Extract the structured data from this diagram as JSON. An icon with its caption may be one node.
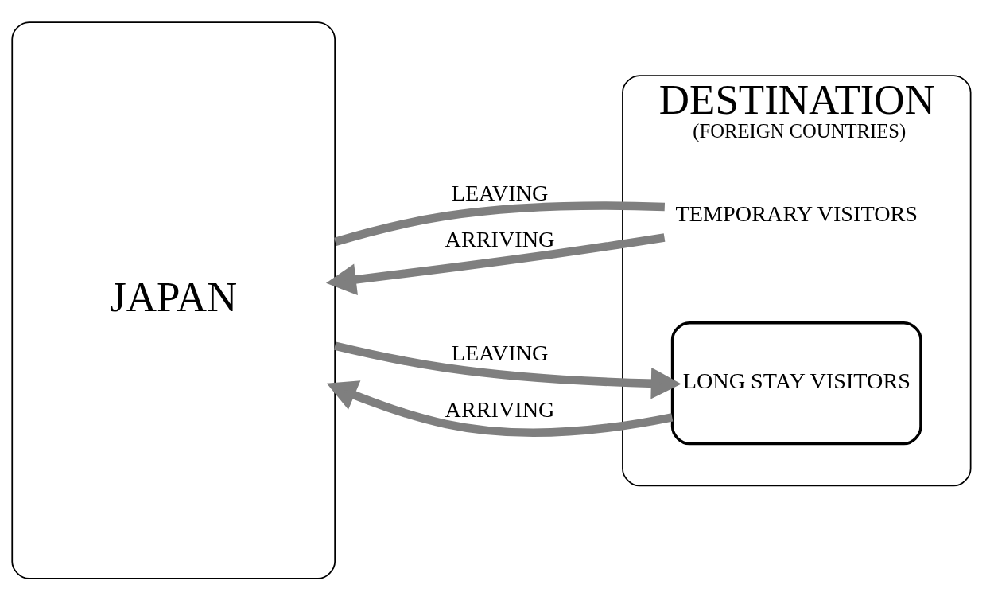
{
  "diagram": {
    "nodes": [
      {
        "text": [
          "JAPAN"
        ]
      },
      {
        "text": [
          "DESTINATION",
          "(FOREIGN COUNTRIES)"
        ]
      },
      {
        "text": [
          "TEMPORARY VISITORS"
        ],
        "in": 1
      },
      {
        "text": [
          "LONG STAY VISITORS"
        ],
        "in": 1
      }
    ],
    "edges": [
      {
        "from": 0,
        "to": 2,
        "arrow": "none",
        "label": "LEAVING"
      },
      {
        "from": 2,
        "to": 0,
        "arrow": "to",
        "label": "ARRIVING"
      },
      {
        "from": 0,
        "to": 3,
        "arrow": "to",
        "label": "LEAVING"
      },
      {
        "from": 3,
        "to": 0,
        "arrow": "to",
        "label": "ARRIVING"
      }
    ]
  }
}
